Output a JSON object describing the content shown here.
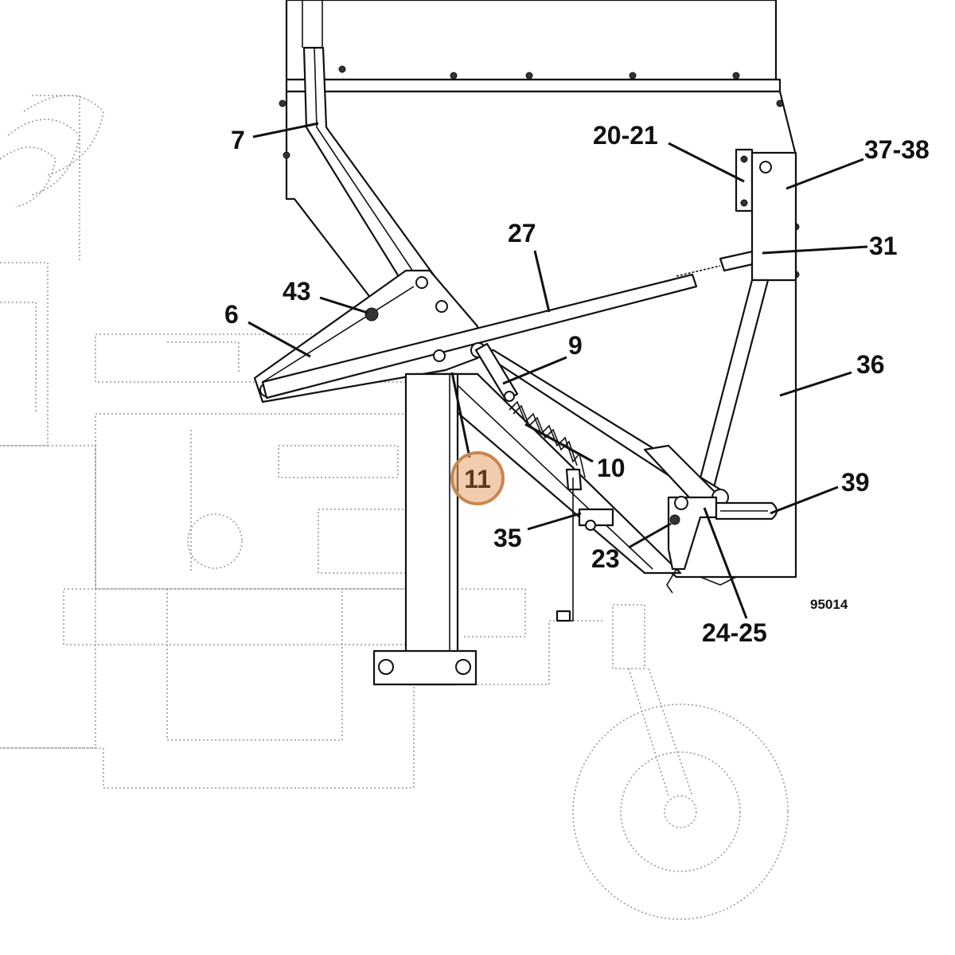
{
  "drawing_number": "95014",
  "highlight_color": "#e8a36a",
  "highlight_border_color": "#c8874f",
  "callouts": [
    {
      "id": "7",
      "label": "7"
    },
    {
      "id": "20-21",
      "label": "20-21"
    },
    {
      "id": "37-38",
      "label": "37-38"
    },
    {
      "id": "27",
      "label": "27"
    },
    {
      "id": "31",
      "label": "31"
    },
    {
      "id": "43",
      "label": "43"
    },
    {
      "id": "6",
      "label": "6"
    },
    {
      "id": "9",
      "label": "9"
    },
    {
      "id": "36",
      "label": "36"
    },
    {
      "id": "11",
      "label": "11",
      "highlighted": true
    },
    {
      "id": "10",
      "label": "10"
    },
    {
      "id": "39",
      "label": "39"
    },
    {
      "id": "35",
      "label": "35"
    },
    {
      "id": "23",
      "label": "23"
    },
    {
      "id": "24-25",
      "label": "24-25"
    }
  ]
}
